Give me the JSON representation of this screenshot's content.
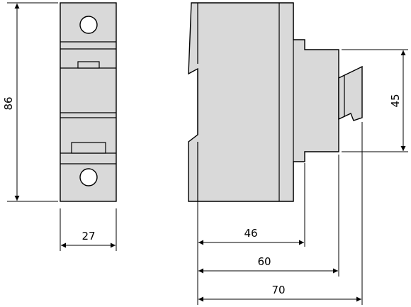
{
  "dimensions": {
    "height": "86",
    "width": "27",
    "depth_rail": "46",
    "depth_front": "60",
    "depth_total": "70",
    "front_height": "45"
  },
  "colors": {
    "body": "#d9d9d9",
    "line": "#000000",
    "background": "#ffffff"
  }
}
